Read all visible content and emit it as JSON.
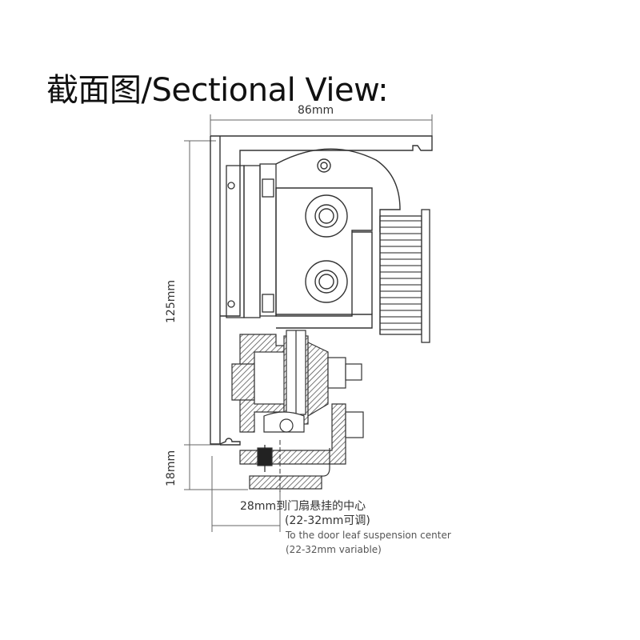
{
  "title": "截面图/Sectional View:",
  "dimensions": {
    "width": "86mm",
    "height": "125mm",
    "lower": "18mm"
  },
  "note": {
    "line1": "28mm到门扇悬挂的中心",
    "line2": "(22-32mm可调)",
    "line3": "To the door leaf suspension center",
    "line4": "(22-32mm variable)"
  }
}
